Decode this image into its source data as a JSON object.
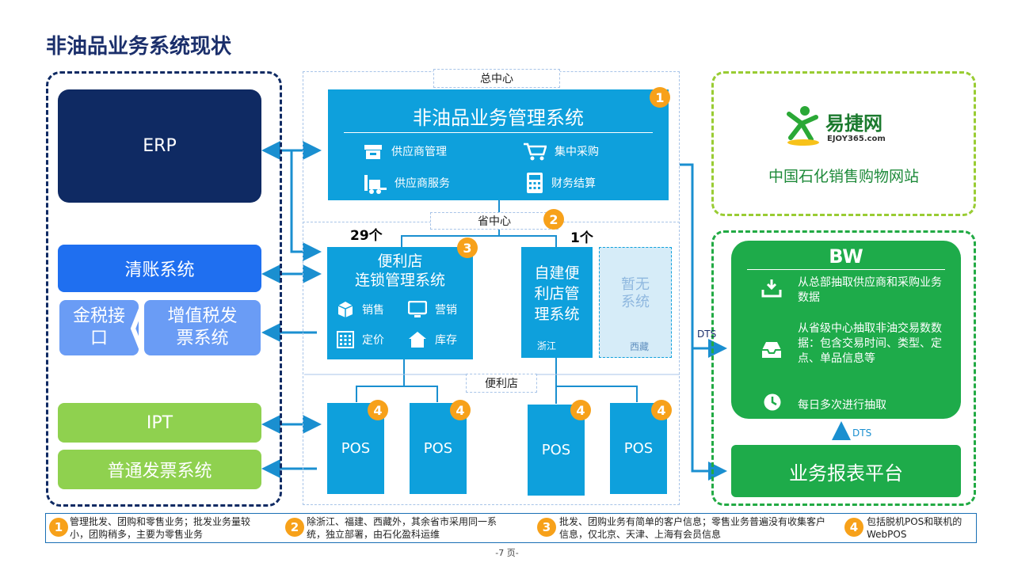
{
  "page_title": "非油品业务系统现状",
  "page_number": "-7 页-",
  "left": {
    "erp": "ERP",
    "qingzhang": "清账系统",
    "jinshui": "金税接口",
    "zengzhishui": "增值税发票系统",
    "ipt": "IPT",
    "putong_fapiao": "普通发票系统"
  },
  "center": {
    "hq_label": "总中心",
    "province_label": "省中心",
    "store_label": "便利店",
    "main_system": {
      "title": "非油品业务管理系统",
      "badge": "1",
      "features": [
        {
          "label": "供应商管理",
          "icon": "basket-icon"
        },
        {
          "label": "集中采购",
          "icon": "cart-icon"
        },
        {
          "label": "供应商服务",
          "icon": "forklift-icon"
        },
        {
          "label": "财务结算",
          "icon": "calculator-icon"
        }
      ]
    },
    "province_badge": "2",
    "count_chain": "29个",
    "count_self": "1个",
    "chain_system": {
      "title_line1": "便利店",
      "title_line2": "连锁管理系统",
      "badge": "3",
      "features": [
        {
          "label": "销售",
          "icon": "box-icon"
        },
        {
          "label": "营销",
          "icon": "monitor-icon"
        },
        {
          "label": "定价",
          "icon": "calendar-icon"
        },
        {
          "label": "库存",
          "icon": "house-icon"
        }
      ]
    },
    "self_system": {
      "title": "自建便利店管理系统",
      "region": "浙江"
    },
    "none_system": {
      "title": "暂无系统",
      "region": "西藏"
    },
    "pos_label": "POS",
    "pos_badge": "4"
  },
  "right": {
    "ejoy_logo": "易捷网",
    "ejoy_sub": "EJOY365.com",
    "ejoy_caption": "中国石化销售购物网站",
    "bw_title": "BW",
    "bw_items": [
      {
        "text": "从总部抽取供应商和采购业务数据",
        "icon": "download-icon"
      },
      {
        "text": "从省级中心抽取非油交易数数据：包含交易时间、类型、定点、单品信息等",
        "icon": "inbox-icon"
      },
      {
        "text": "每日多次进行抽取",
        "icon": "clock-icon"
      }
    ],
    "dts_left": "DTS",
    "dts_bottom": "DTS",
    "report_platform": "业务报表平台"
  },
  "notes": [
    {
      "num": "1",
      "text": "管理批发、团购和零售业务；批发业务量较小，团购稍多，主要为零售业务"
    },
    {
      "num": "2",
      "text": "除浙江、福建、西藏外，其余省市采用同一系统，独立部署，由石化盈科运维"
    },
    {
      "num": "3",
      "text": "批发、团购业务有简单的客户信息；零售业务普遍没有收集客户信息，仅北京、天津、上海有会员信息"
    },
    {
      "num": "4",
      "text": "包括脱机POS和联机的WebPOS"
    }
  ],
  "colors": {
    "navy": "#0f2a63",
    "cyan": "#0ea0dc",
    "blue": "#1f6ff0",
    "light_blue": "#6a9cf5",
    "lime": "#8fd14f",
    "green": "#1eab4a",
    "orange": "#f7a11a"
  }
}
